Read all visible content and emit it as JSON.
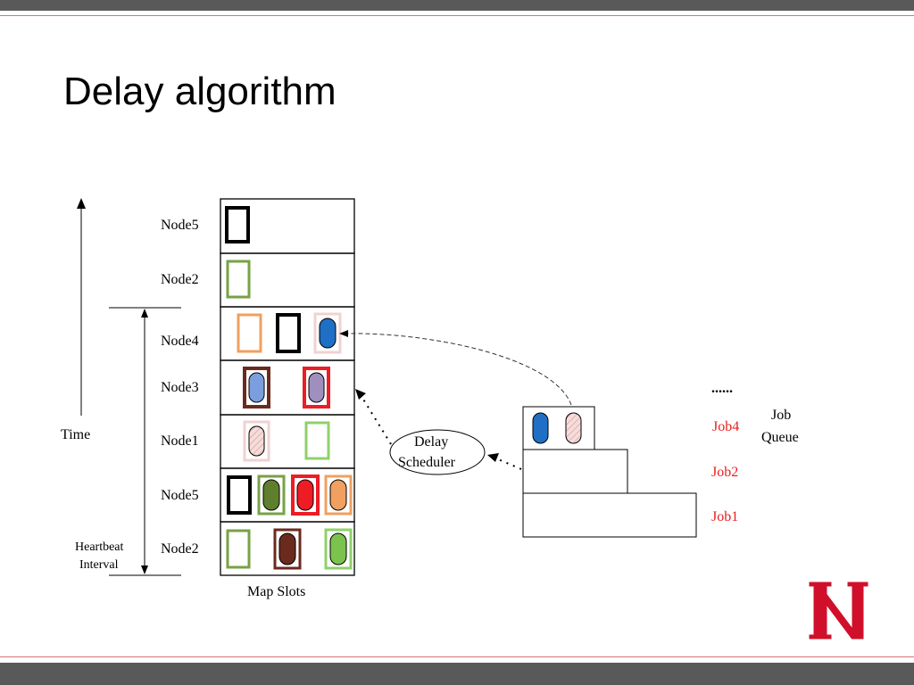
{
  "slide": {
    "title": "Delay algorithm"
  },
  "diagram": {
    "time_label": "Time",
    "heartbeat_label_1": "Heartbeat",
    "heartbeat_label_2": "Interval",
    "map_slots_label": "Map Slots",
    "rows": [
      {
        "node": "Node5"
      },
      {
        "node": "Node2"
      },
      {
        "node": "Node4"
      },
      {
        "node": "Node3"
      },
      {
        "node": "Node1"
      },
      {
        "node": "Node5"
      },
      {
        "node": "Node2"
      }
    ],
    "scheduler_line_1": "Delay",
    "scheduler_line_2": "Scheduler",
    "ellipsis": "......",
    "job_queue_line_1": "Job",
    "job_queue_line_2": "Queue",
    "jobs": [
      {
        "label": "Job4"
      },
      {
        "label": "Job2"
      },
      {
        "label": "Job1"
      }
    ]
  },
  "colors": {
    "accent_red": "#e8201e",
    "logo_red": "#d0102a",
    "dark_bar": "#595959",
    "orange": "#f0a060",
    "green": "#77a244",
    "brown": "#6b2a1e",
    "blue": "#1f6fc4",
    "light_blue": "#7a9ede",
    "purple": "#9e8fbf",
    "pink": "#f0d2d0",
    "red": "#ee1c24",
    "dark_green": "#5f7f2e",
    "light_green": "#8fd16a"
  },
  "logo": {
    "letter": "N"
  }
}
